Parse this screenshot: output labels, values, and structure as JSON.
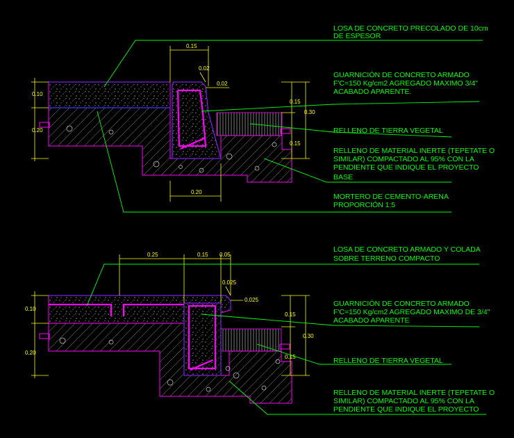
{
  "detail_1": {
    "dims": {
      "top_width": "0.15",
      "chamfer_a": "0.02",
      "chamfer_b": "0.02",
      "slab_thickness": "0.10",
      "base_depth": "0.20",
      "curb_upper": "0.15",
      "curb_total": "0.30",
      "curb_lower": "0.15",
      "bottom_width": "0.20"
    },
    "labels": {
      "slab_line1": "LOSA DE CONCRETO PRECOLADO DE 10cm",
      "slab_line2": "DE ESPESOR",
      "curb_line1": "GUARNICIÓN DE CONCRETO ARMADO",
      "curb_line2": "F'C=150 Kg/cm2 AGREGADO MAXIMO 3/4\"",
      "curb_line3": "ACABADO APARENTE.",
      "topsoil": "RELLENO DE TIERRA VEGETAL",
      "fill_line1": "RELLENO DE MATERIAL INERTE (TEPETATE O",
      "fill_line2": "SIMILAR) COMPACTADO AL 95% CON LA",
      "fill_line3": "PENDIENTE QUE INDIQUE EL PROYECTO",
      "fill_line4": "BASE",
      "mortar_line1": "MORTERO DE CEMENTO-ARENA",
      "mortar_line2": "PROPORCIÓN 1:5"
    }
  },
  "detail_2": {
    "dims": {
      "width_a": "0.25",
      "width_b": "0.15",
      "width_c": "0.05",
      "chamfer_a": "0.025",
      "chamfer_b": "0.025",
      "slab_thickness": "0.10",
      "base_depth": "0.20",
      "curb_upper": "0.15",
      "curb_total": "0.30",
      "curb_lower": "0.15"
    },
    "labels": {
      "slab_line1": "LOSA DE CONCRETO ARMADO Y COLADA",
      "slab_line2": "SOBRE TERRENO COMPACTO",
      "curb_line1": "GUARNICIÓN DE CONCRETO ARMADO",
      "curb_line2": "F'C=150 Kg/cm2 AGREGADO MAXIMO DE 3/4\"",
      "curb_line3": "ACABADO APARENTE",
      "topsoil": "RELLENO DE TIERRA VEGETAL",
      "fill_line1": "RELLENO DE MATERIAL INERTE (TEPETATE O",
      "fill_line2": "SIMILAR) COMPACTADO AL 95% CON LA",
      "fill_line3": "PENDIENTE QUE INDIQUE EL PROYECTO"
    }
  },
  "colors": {
    "background": "#000000",
    "labels": "#00ff00",
    "dimensions": "#ffff00",
    "outline": "#ff00ff",
    "formwork": "#3a3aff"
  }
}
